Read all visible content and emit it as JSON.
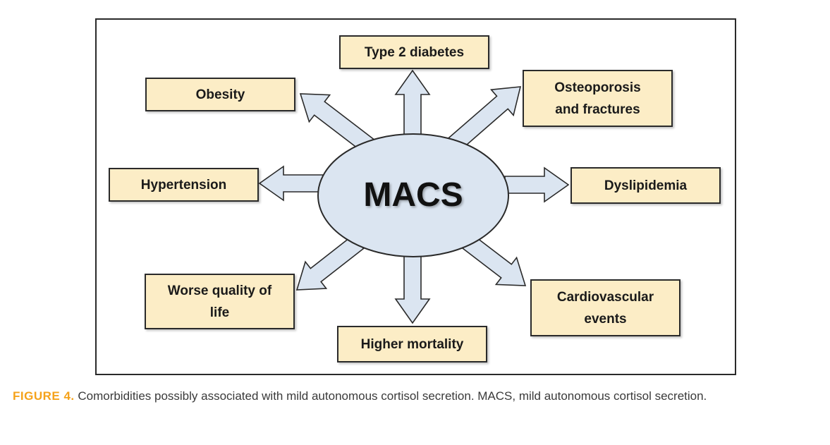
{
  "diagram": {
    "center": "MACS",
    "nodes": {
      "type2_diabetes": "Type 2 diabetes",
      "osteoporosis": [
        "Osteoporosis",
        "and fractures"
      ],
      "dyslipidemia": "Dyslipidemia",
      "cardiovascular": [
        "Cardiovascular",
        "events"
      ],
      "mortality": "Higher mortality",
      "quality_of_life": [
        "Worse quality of",
        "life"
      ],
      "hypertension": "Hypertension",
      "obesity": "Obesity"
    }
  },
  "caption": {
    "label": "FIGURE 4.",
    "text": " Comorbidities possibly associated with mild autonomous cortisol secretion. MACS, mild autonomous cortisol secretion."
  },
  "colors": {
    "box_fill": "#fcedc6",
    "ellipse_fill": "#dbe5f1",
    "arrow_fill": "#dbe5f1",
    "caption_label": "#f5a21a"
  }
}
